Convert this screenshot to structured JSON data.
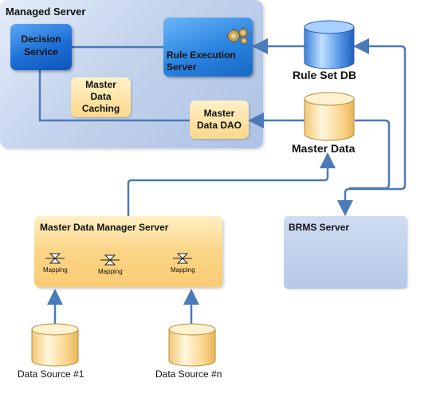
{
  "managed_server": {
    "title": "Managed Server"
  },
  "decision_service": {
    "line1": "Decision",
    "line2": "Service"
  },
  "rule_execution_server": {
    "line1": "Rule Execution",
    "line2": "Server",
    "icon": "gears-icon"
  },
  "master_data_caching": {
    "line1": "Master",
    "line2": "Data",
    "line3": "Caching"
  },
  "master_data_dao": {
    "line1": "Master",
    "line2": "Data DAO"
  },
  "rule_set_db": {
    "label": "Rule Set DB"
  },
  "master_data_db": {
    "label": "Master Data"
  },
  "master_data_manager_server": {
    "title": "Master Data Manager Server",
    "mappings": [
      "Mapping",
      "Mapping",
      "Mapping"
    ]
  },
  "brms_server": {
    "title": "BRMS Server"
  },
  "data_sources": [
    "Data Source #1",
    "Data Source #n"
  ],
  "colors": {
    "connector": "#4a7ab8",
    "blue_component": "#1d6fd6",
    "orange_component": "#fcd88a",
    "managed_server_bg": "#c3d3ec"
  }
}
